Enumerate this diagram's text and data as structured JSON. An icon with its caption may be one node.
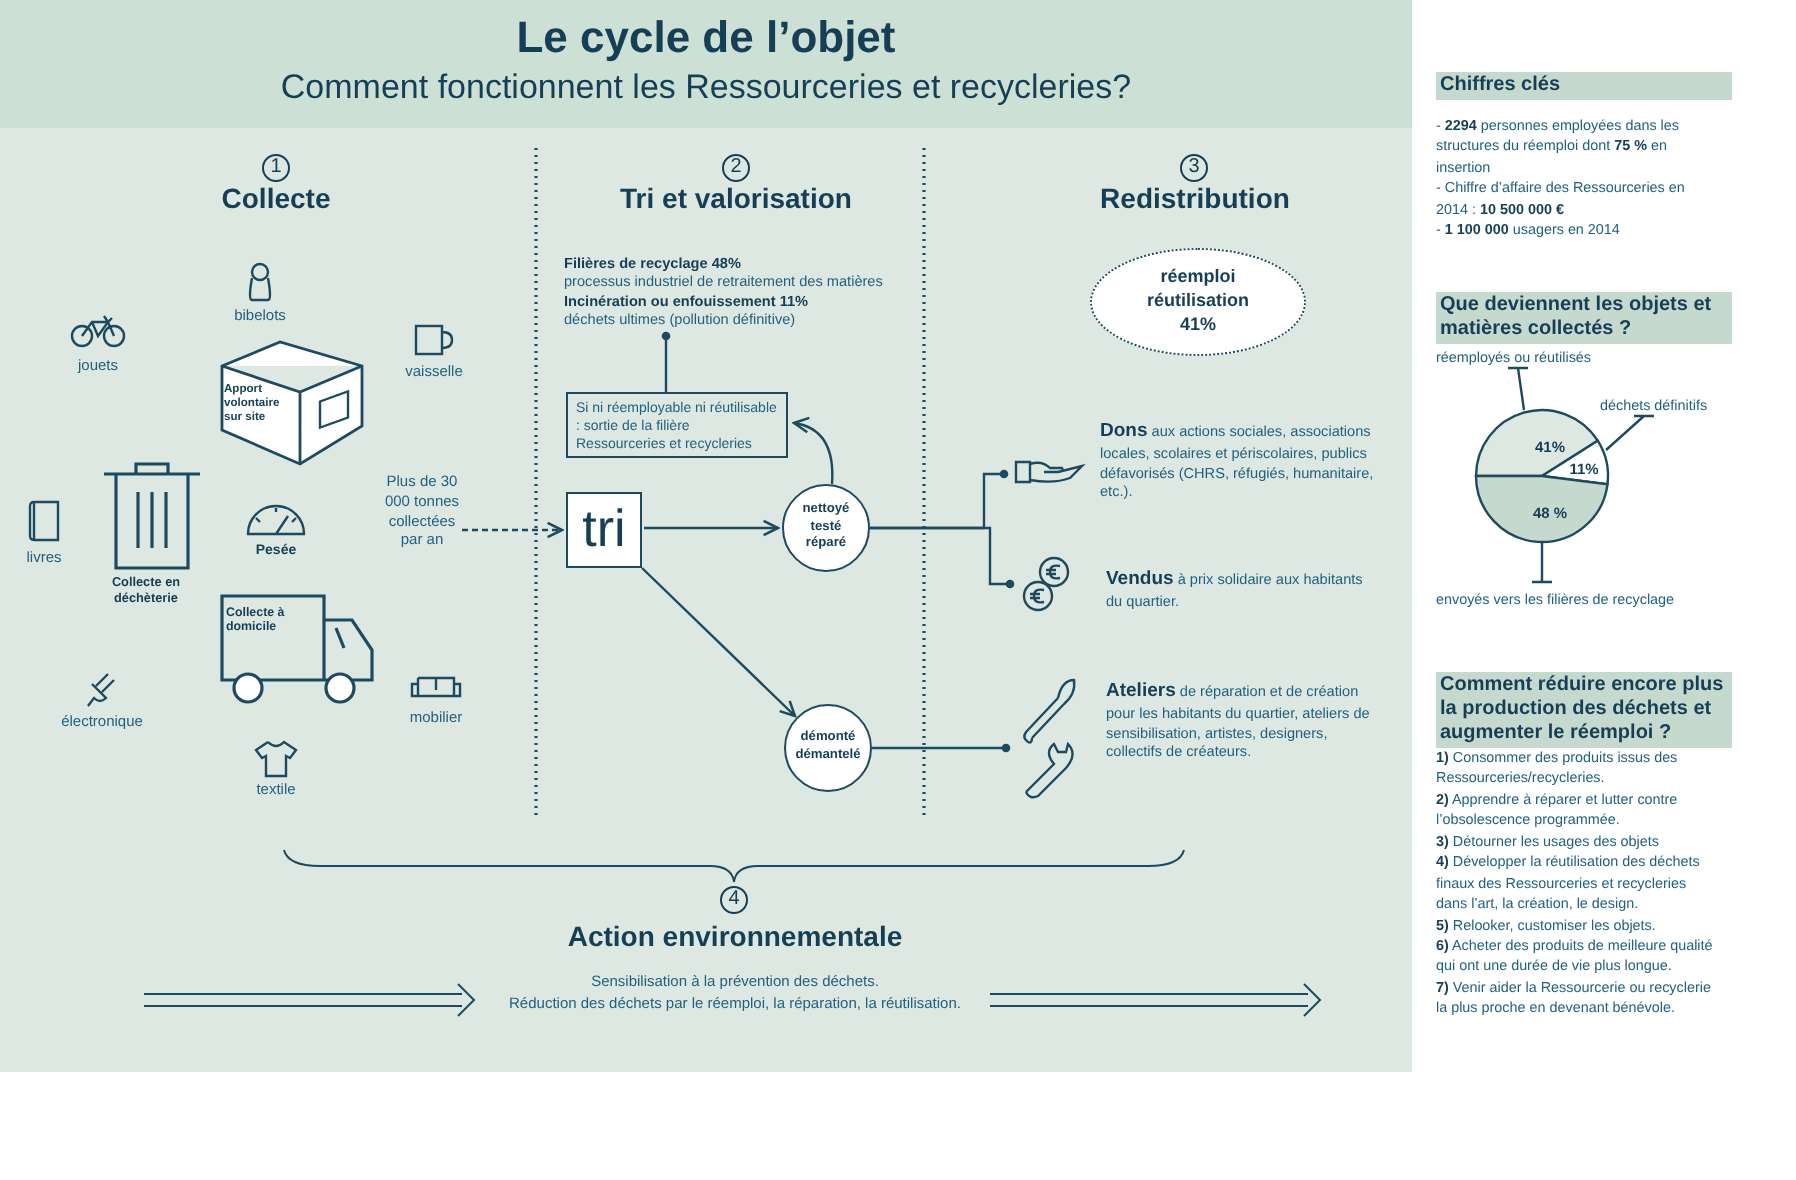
{
  "diagram": {
    "title": "Le cycle de l’objet",
    "nodes": [
      {
        "text": [
          "Plus de 30 000 tonnes collectées par an"
        ]
      },
      {
        "text": [
          "Si ni réemployable ni réutilisable : sortie de la filière Ressourceries et recycleries"
        ]
      },
      {
        "text": [
          "Filières de recyclage 48%",
          "processus industriel de retraitement des matières",
          "Incinération ou enfouissement 11%",
          "déchets ultimes (pollution définitive)"
        ]
      },
      {
        "text": [
          "tri"
        ]
      },
      {
        "text": [
          "nettoyé testé réparé"
        ]
      },
      {
        "text": [
          "démonté démantelé"
        ]
      },
      {
        "text": [
          "réemploi réutilisation 41%"
        ]
      },
      {
        "text": [
          "**Dons** aux actions sociales, associations locales, scolaires et périscolaires, publics défavorisés (CHRS, réfugiés, humanitaire, etc.)."
        ]
      },
      {
        "text": [
          "**Vendus** à prix solidaire aux habitants du quartier."
        ]
      },
      {
        "text": [
          "**Ateliers** de réparation et de création pour les habitants du quartier, ateliers de sensibilisation, artistes, designers, collectifs de créateurs."
        ]
      }
    ],
    "edges": [
      {
        "from": 0,
        "to": 3,
        "arrow": "to",
        "style": "dashed"
      },
      {
        "from": 3,
        "to": 4,
        "arrow": "to"
      },
      {
        "from": 3,
        "to": 5,
        "arrow": "to"
      },
      {
        "from": 1,
        "to": 2,
        "arrow": "other"
      },
      {
        "from": 4,
        "to": 1,
        "arrow": "to"
      },
      {
        "from": 4,
        "to": 7,
        "arrow": "other"
      },
      {
        "from": 4,
        "to": 8,
        "arrow": "other"
      },
      {
        "from": 5,
        "to": 9,
        "arrow": "other"
      }
    ],
    "labels": [
      "Comment fonctionnent les Ressourceries et recycleries?",
      "1",
      "Collecte",
      "2",
      "Tri et valorisation",
      "3",
      "Redistribution",
      "bibelots",
      "jouets",
      "vaisselle",
      "Apport volontaire sur site",
      "livres",
      "Collecte en déchèterie",
      "Pesée",
      "Collecte à domicile",
      "électronique",
      "mobilier",
      "textile",
      "4",
      "Action environnementale",
      "Sensibilisation à la prévention des déchets.",
      "Réduction des déchets par le réemploi, la réparation, la réutilisation.",
      "Chiffres clés",
      "- **2294** personnes employées dans les structures du réemploi dont **75 %** en insertion",
      "- Chiffre d’affaire des Ressourceries en 2014 : **10 500 000 €**",
      "- **1 100 000** usagers en 2014",
      "Comment réduire encore plus la production des déchets et augmenter le réemploi ?",
      "**1)** Consommer des produits issus des Ressourceries/recycleries.",
      "**2)** Apprendre à réparer et lutter contre l’obsolescence programmée.",
      "**3)** Détourner les usages des objets",
      "**4)** Développer la réutilisation des déchets finaux des Ressourceries et recycleries dans l’art, la création, le design.",
      "**5)** Relooker, customiser les objets.",
      "**6)** Acheter des produits de meilleure qualité qui ont une durée de vie plus longue.",
      "**7)** Venir aider la Ressourcerie ou recyclerie la plus proche en devenant bénévole."
    ],
    "chart_data": {
      "type": "pie",
      "title": "Que deviennent les objets et matières collectés ?",
      "categories": [
        "réemployés ou réutilisés",
        "déchets définitifs",
        "envoyés vers les filières de recyclage"
      ],
      "values": [
        41,
        11,
        48
      ],
      "value_labels": [
        "41%",
        "11%",
        "48 %"
      ]
    }
  }
}
